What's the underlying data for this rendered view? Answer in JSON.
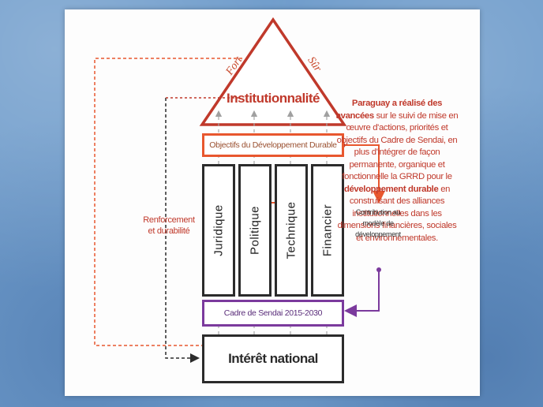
{
  "diagram": {
    "fort_label": "Fort",
    "sur_label": "Sûr",
    "roof_title": "Institutionnalité",
    "odd_box": "Objectifs du Développement Durable",
    "pillars": [
      "Juridique",
      "Politique",
      "Technique",
      "Financier"
    ],
    "sendai_box": "Cadre de Sendai 2015-2030",
    "foundation": "Intérêt national",
    "left_label_line1": "Renforcement",
    "left_label_line2": "et durabilité",
    "contribution_line1": "Contribution au",
    "contribution_line2": "modèle de",
    "contribution_line3": "développement"
  },
  "side_text": {
    "bold_intro": "Paraguay a réalisé des avancées",
    "part1": " sur le suivi de mise en œuvre d'actions, priorités et objectifs du Cadre de Sendai, en plus d'intégrer de façon permanente, organique et fonctionnelle la GRRD pour le ",
    "bold_dev": "développement durable",
    "part2": " en construisant des alliances institutionnelles dans les dimensions financières, sociales et environnementales."
  },
  "colors": {
    "red": "#c0392b",
    "orange": "#e8572e",
    "purple": "#7b3a9d",
    "dark": "#2b2b2b"
  }
}
